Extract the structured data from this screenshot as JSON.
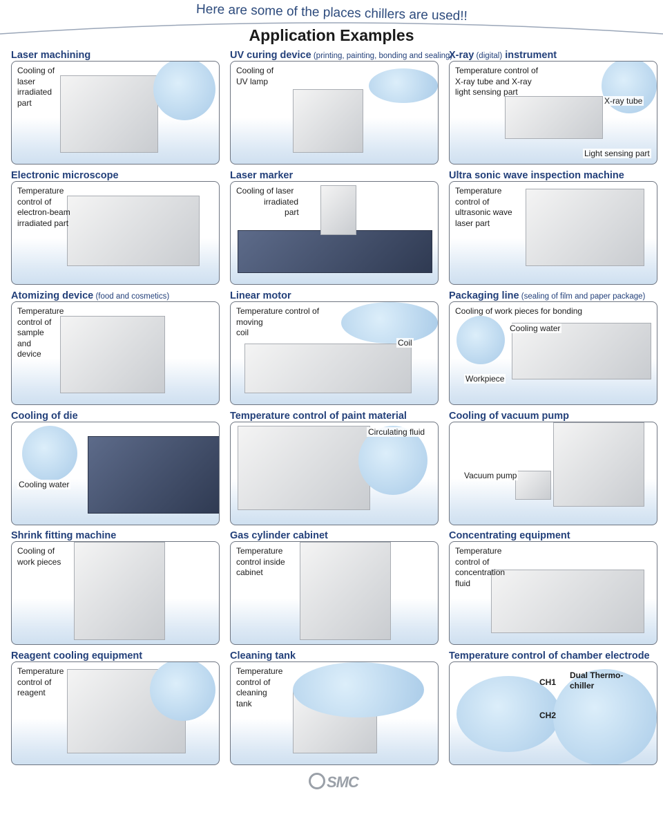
{
  "header": {
    "tagline": "Here are some of the places chillers are used!!",
    "title": "Application Examples"
  },
  "panels": [
    {
      "title": "Laser machining",
      "subtitle": "",
      "description": [
        "Cooling of",
        "laser",
        "irradiated",
        "part"
      ],
      "callouts": []
    },
    {
      "title": "UV curing device",
      "subtitle": "(printing, painting, bonding and sealing)",
      "description": [
        "Cooling of",
        "UV lamp"
      ],
      "callouts": []
    },
    {
      "title": "X-ray",
      "subtitle": "(digital)",
      "title_suffix": "instrument",
      "description": [
        "Temperature control of",
        "X-ray tube and X-ray",
        "light sensing part"
      ],
      "callouts": [
        "X-ray tube",
        "Light sensing part"
      ]
    },
    {
      "title": "Electronic microscope",
      "subtitle": "",
      "description": [
        "Temperature",
        "control of",
        "electron-beam",
        "irradiated part"
      ],
      "callouts": []
    },
    {
      "title": "Laser marker",
      "subtitle": "",
      "description": [
        "Cooling of laser",
        "            irradiated",
        "                     part"
      ],
      "callouts": []
    },
    {
      "title": "Ultra sonic wave inspection machine",
      "subtitle": "",
      "description": [
        "Temperature",
        "control of",
        "ultrasonic wave",
        "laser part"
      ],
      "callouts": []
    },
    {
      "title": "Atomizing device",
      "subtitle": "(food and cosmetics)",
      "description": [
        "Temperature",
        "control of",
        "sample",
        "and",
        "device"
      ],
      "callouts": []
    },
    {
      "title": "Linear motor",
      "subtitle": "",
      "description": [
        "Temperature control of",
        "moving",
        "coil"
      ],
      "callouts": [
        "Coil"
      ]
    },
    {
      "title": "Packaging line",
      "subtitle": "(sealing of film and paper package)",
      "description": [
        "Cooling of work pieces for bonding"
      ],
      "callouts": [
        "Cooling water",
        "Workpiece"
      ]
    },
    {
      "title": "Cooling of die",
      "subtitle": "",
      "description": [],
      "callouts": [
        "Cooling water"
      ]
    },
    {
      "title": "Temperature control of paint material",
      "subtitle": "",
      "description": [],
      "callouts": [
        "Circulating fluid"
      ]
    },
    {
      "title": "Cooling of vacuum pump",
      "subtitle": "",
      "description": [],
      "callouts": [
        "Vacuum pump"
      ]
    },
    {
      "title": "Shrink fitting machine",
      "subtitle": "",
      "description": [
        "Cooling of",
        "work pieces"
      ],
      "callouts": []
    },
    {
      "title": "Gas cylinder cabinet",
      "subtitle": "",
      "description": [
        "Temperature",
        "control inside",
        "cabinet"
      ],
      "callouts": []
    },
    {
      "title": "Concentrating equipment",
      "subtitle": "",
      "description": [
        "Temperature",
        "control of",
        "concentration",
        "fluid"
      ],
      "callouts": []
    },
    {
      "title": "Reagent cooling equipment",
      "subtitle": "",
      "description": [
        "Temperature",
        "control of",
        "reagent"
      ],
      "callouts": []
    },
    {
      "title": "Cleaning tank",
      "subtitle": "",
      "description": [
        "Temperature",
        "control of",
        "cleaning",
        "tank"
      ],
      "callouts": []
    },
    {
      "title": "Temperature control of chamber electrode",
      "subtitle": "",
      "description": [],
      "callouts": [
        "CH1",
        "Dual Thermo-chiller",
        "CH2"
      ]
    }
  ],
  "footer": {
    "logo": "SMC"
  }
}
